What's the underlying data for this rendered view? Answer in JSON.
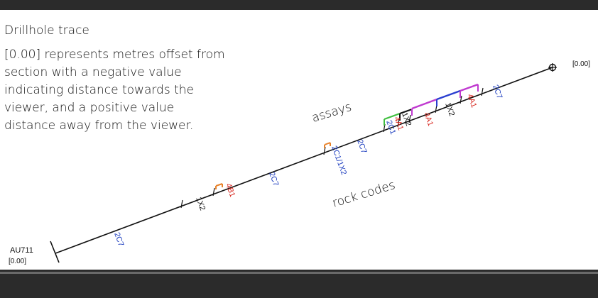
{
  "title": "Drillhole trace",
  "description_lines": [
    "[0.00] represents metres offset from",
    "section with a negative value",
    "indicating distance towards the",
    "viewer, and a positive value",
    "distance away from the viewer."
  ],
  "hole_id": "AU711",
  "offset_start": "[0.00]",
  "offset_end": "[0.00]",
  "assays_label": "assays",
  "rock_codes_label": "rock codes",
  "rock_codes": [
    {
      "text": "2C7",
      "color": "#1f3fbf"
    },
    {
      "text": "1X2",
      "color": "#111111"
    },
    {
      "text": "4B1",
      "color": "#d7261e"
    },
    {
      "text": "2C7",
      "color": "#1f3fbf"
    },
    {
      "text": "2C1/1X2",
      "color": "#1f3fbf"
    },
    {
      "text": "2C7",
      "color": "#1f3fbf"
    },
    {
      "text": "2C1",
      "color": "#1f3fbf"
    },
    {
      "text": "4A1",
      "color": "#d7261e"
    },
    {
      "text": "1X2",
      "color": "#111111"
    },
    {
      "text": "4A1",
      "color": "#d7261e"
    },
    {
      "text": "1X2",
      "color": "#111111"
    },
    {
      "text": "4A1",
      "color": "#d7261e"
    },
    {
      "text": "2C7",
      "color": "#1f3fbf"
    }
  ],
  "colors": {
    "trace": "#111111",
    "assay_orange": "#e8822a",
    "assay_green": "#3fbf3f",
    "assay_magenta": "#c03ad0",
    "assay_blue": "#2a3fd0",
    "frame": "#2b2b2b"
  }
}
